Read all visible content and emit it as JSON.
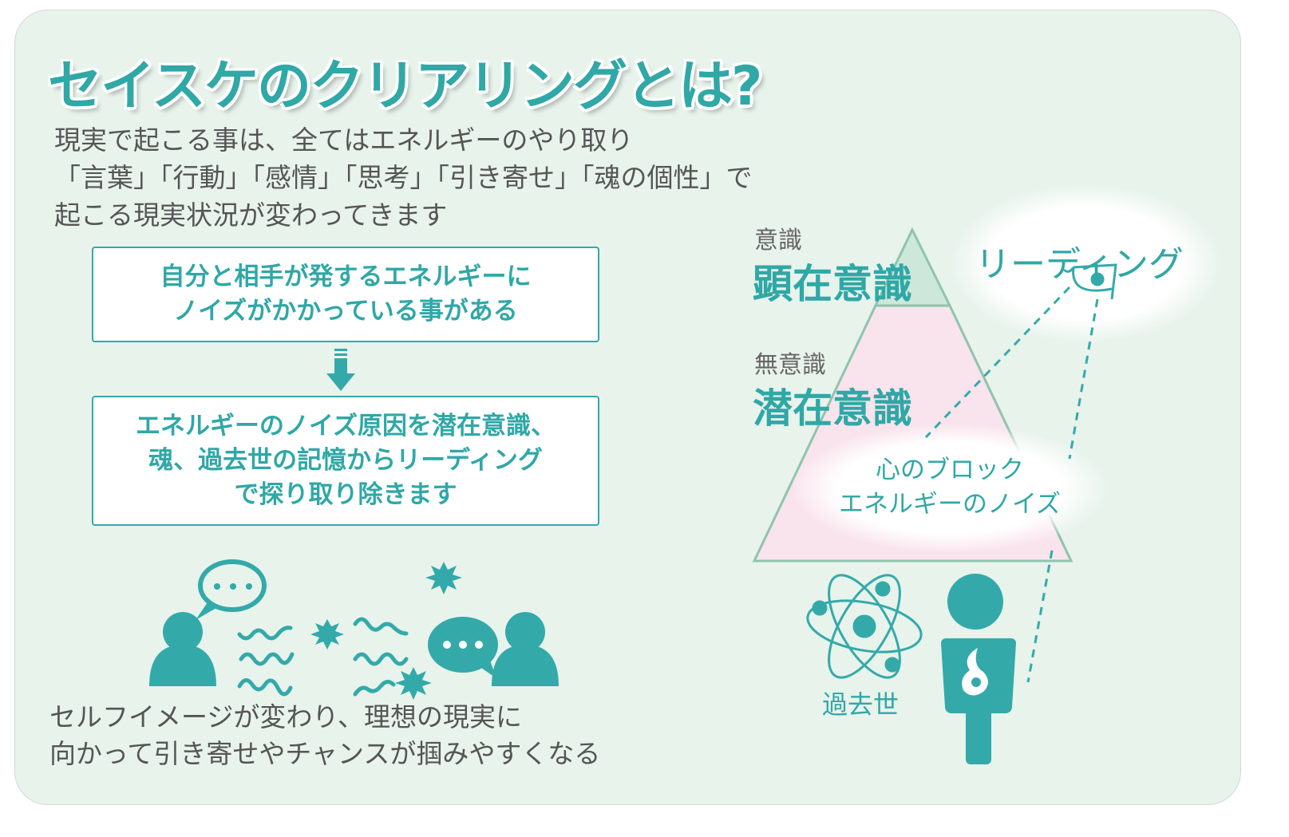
{
  "title": "セイスケのクリアリングとは?",
  "intro": [
    "現実で起こる事は、全てはエネルギーのやり取り",
    "「言葉」「行動」「感情」「思考」「引き寄せ」「魂の個性」で",
    "起こる現実状況が変わってきます"
  ],
  "box1": [
    "自分と相手が発するエネルギーに",
    "ノイズがかかっている事がある"
  ],
  "box2": [
    "エネルギーのノイズ原因を潜在意識、",
    "魂、過去世の記憶からリーディング",
    "で探り取り除きます"
  ],
  "outro": [
    "セルフイメージが変わり、理想の現実に",
    "向かって引き寄せやチャンスが掴みやすくなる"
  ],
  "pyramid": {
    "conscious_small": "意識",
    "conscious_big": "顕在意識",
    "unconscious_small": "無意識",
    "unconscious_big": "潜在意識",
    "block_line1": "心のブロック",
    "block_line2": "エネルギーのノイズ",
    "reading": "リーディング",
    "past_life": "過去世"
  },
  "colors": {
    "accent": "#33aaa9",
    "background": "#e8f3ec",
    "pyramid_top": "#cde8da",
    "pyramid_bottom": "#f9e3ec"
  }
}
